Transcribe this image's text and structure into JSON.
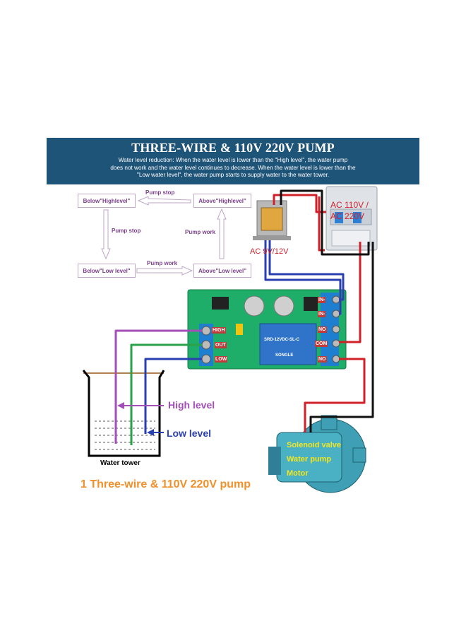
{
  "banner": {
    "title": "THREE-WIRE & 110V 220V PUMP",
    "line1": "Water level reduction: When the water level is lower than the \"High level\", the water pump",
    "line2": "does not work and the water level continues to decrease. When the water level is lower than the",
    "line3": "\"Low water level\", the water pump starts to supply water to the water tower."
  },
  "flow": {
    "below_high": "Below\"Highlevel\"",
    "above_high": "Above\"Highlevel\"",
    "below_low": "Below\"Low level\"",
    "above_low": "Above\"Low level\"",
    "pump_stop_top": "Pump stop",
    "pump_stop_left": "Pump stop",
    "pump_work_right": "Pump work",
    "pump_work_bottom": "Pump work"
  },
  "labels": {
    "ac_mains": "AC 110V / AC 220V",
    "ac_low": "AC 9V/12V",
    "high_level": "High level",
    "low_level": "Low level",
    "water_tower": "Water tower",
    "pump_items": [
      "Solenoid valve",
      "Water pump",
      "Motor"
    ],
    "caption": "1 Three-wire & 110V 220V pump"
  },
  "board": {
    "left_pins": [
      "HIGH",
      "OUT",
      "LOW"
    ],
    "right_pins": [
      "IN-",
      "IN-",
      "NO",
      "COM",
      "NO"
    ],
    "relay_text": "SRD-12VDC-SL-C",
    "relay_brand": "SONGLE"
  },
  "colors": {
    "banner": "#1f5479",
    "flow_text": "#7a3f8a",
    "wire_red": "#d0202a",
    "wire_black": "#111111",
    "wire_blue": "#2a3fb0",
    "wire_purple": "#a44fb8",
    "wire_green": "#2aa24a",
    "board": "#1fae6a",
    "terminal": "#1e7fd0",
    "pump_label": "#f2e820",
    "caption": "#f0902a"
  }
}
